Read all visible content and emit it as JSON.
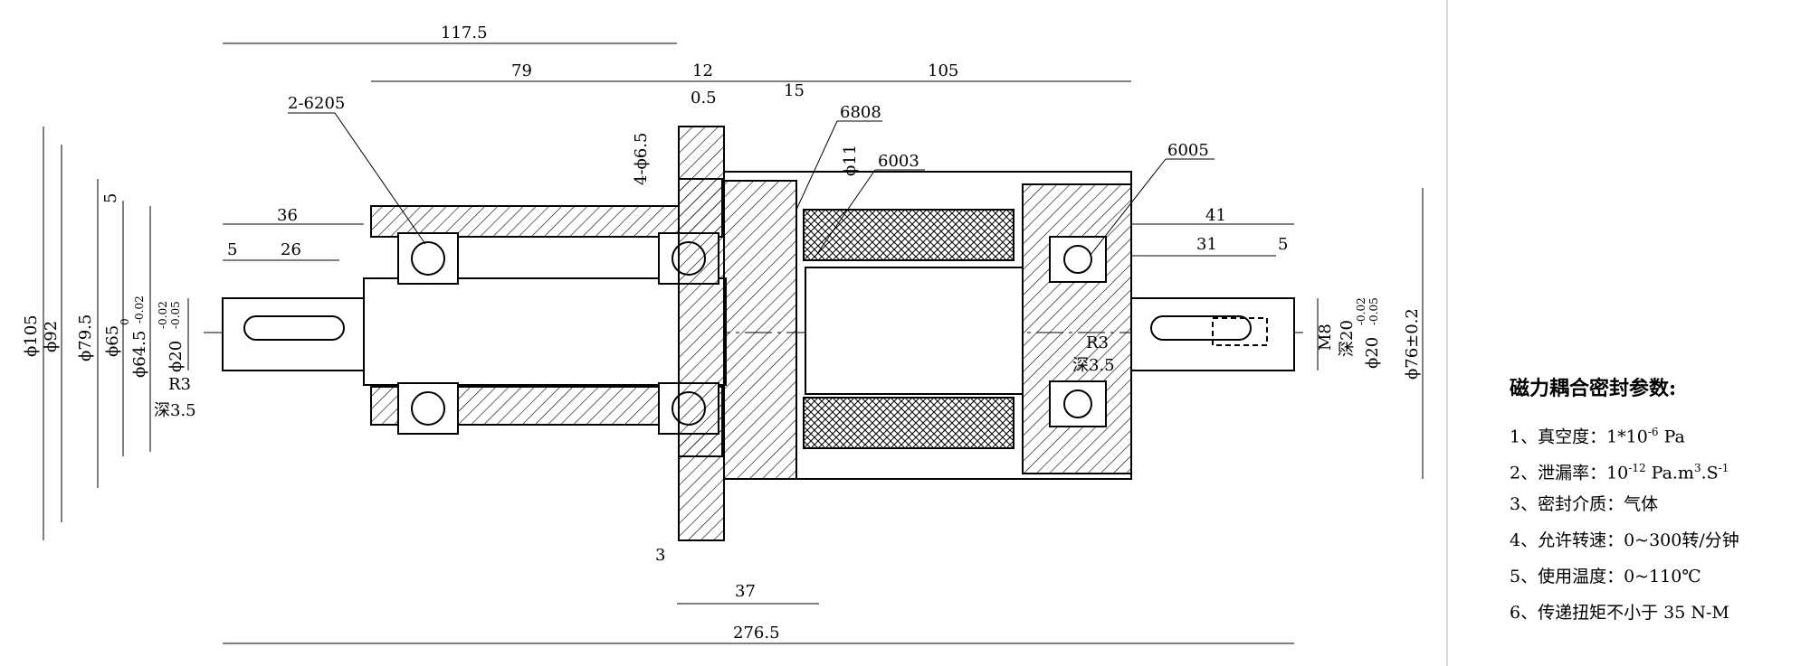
{
  "dimensions": {
    "d117_5": "117.5",
    "d79": "79",
    "d12": "12",
    "d105": "105",
    "d0_5": "0.5",
    "d15": "15",
    "d36": "36",
    "d5_left": "5",
    "d26": "26",
    "d41": "41",
    "d31": "31",
    "d5_right": "5",
    "d3": "3",
    "d37": "37",
    "d276_5": "276.5",
    "phi105": "ϕ105",
    "phi92": "ϕ92",
    "phi79_5": "ϕ79.5",
    "phi65": "ϕ65",
    "phi65_tol": "0",
    "phi64_5": "ϕ64.5",
    "phi64_5_tol": "-0.02",
    "phi20_left": "ϕ20",
    "phi20_left_tol_upper": "-0.02",
    "phi20_left_tol_lower": "-0.05",
    "phi6_5": "4-ϕ6.5",
    "phi11": "ϕ11",
    "vert5": "5",
    "r3_left": "R3",
    "depth_left": "深3.5",
    "r3_right": "R3",
    "depth_right": "深3.5",
    "m8": "M8",
    "depth20": "深20",
    "phi20_right": "ϕ20",
    "phi20_right_tol_upper": "-0.02",
    "phi20_right_tol_lower": "-0.05",
    "phi76": "ϕ76±0.2"
  },
  "callouts": {
    "bearing_2_6205": "2-6205",
    "bearing_6808": "6808",
    "bearing_6003": "6003",
    "bearing_6005": "6005"
  },
  "parameters": {
    "title": "磁力耦合密封参数:",
    "items": [
      {
        "prefix": "1、真空度：1*10",
        "sup": "-6",
        "suffix": " Pa"
      },
      {
        "prefix": "2、泄漏率：10",
        "sup": "-12",
        "middle": " Pa.m",
        "sup2": "3",
        "middle2": ".S",
        "sup3": "-1"
      },
      {
        "text": "3、密封介质：气体"
      },
      {
        "text": "4、允许转速：0~300转/分钟"
      },
      {
        "text": "5、使用温度：0~110℃"
      },
      {
        "text": "6、传递扭矩不小于 35 N-M"
      }
    ]
  }
}
